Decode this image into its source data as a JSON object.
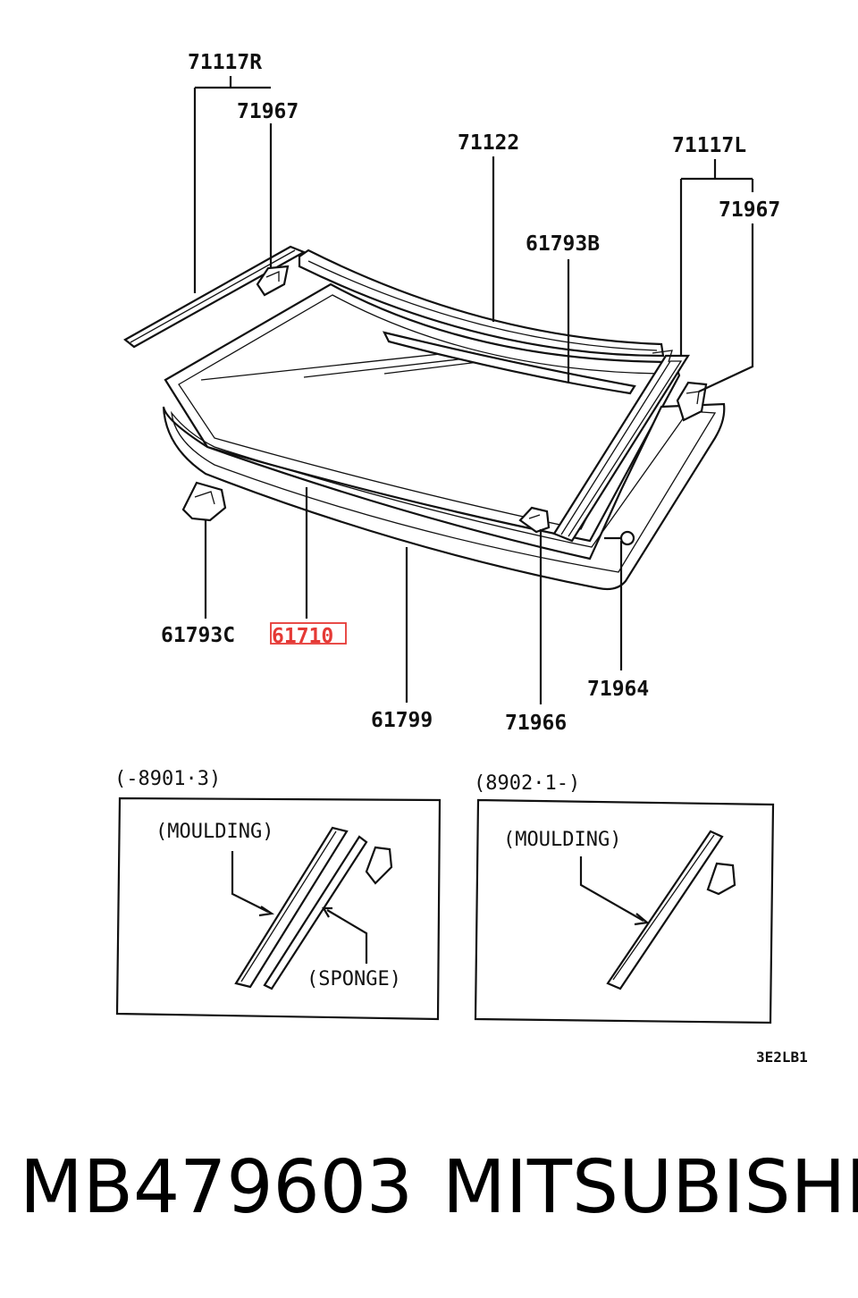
{
  "labels": {
    "l71117R": "71117R",
    "l71967a": "71967",
    "l71122": "71122",
    "l71117L": "71117L",
    "l71967b": "71967",
    "l61793B": "61793B",
    "l61793C": "61793C",
    "l61710": "61710",
    "l61799": "61799",
    "l71966": "71966",
    "l71964": "71964"
  },
  "inset_left": {
    "range": "(-8901·3)",
    "moulding": "(MOULDING)",
    "sponge": "(SPONGE)"
  },
  "inset_right": {
    "range": "(8902·1-)",
    "moulding": "(MOULDING)"
  },
  "diagram_code": "3E2LB1",
  "highlight_color": "#e53935",
  "caption": {
    "part_number": "MB479603",
    "brand": "MITSUBISHI"
  }
}
